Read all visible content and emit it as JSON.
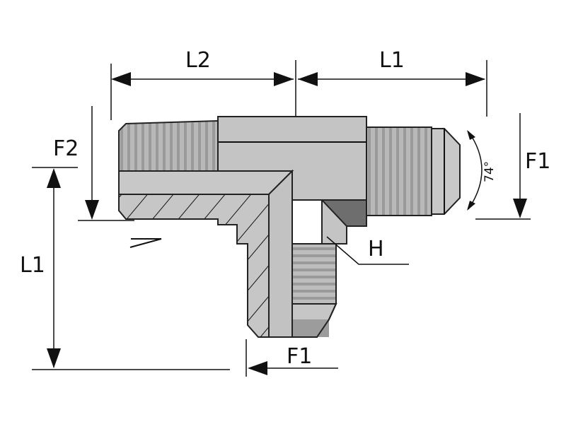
{
  "title": "Male tee fitting: JIC 74° flare / NPT",
  "labels": {
    "l2_top": "L2",
    "l1_top": "L1",
    "f2_left": "F2",
    "l1_left": "L1",
    "f1_right": "F1",
    "f1_bottom": "F1",
    "h_hex": "H",
    "flare_angle": "74°"
  },
  "colors": {
    "body": "#c4c4c4",
    "thread": "#b4b4b4",
    "dark_face": "#6e6e6e",
    "line": "#111111"
  }
}
